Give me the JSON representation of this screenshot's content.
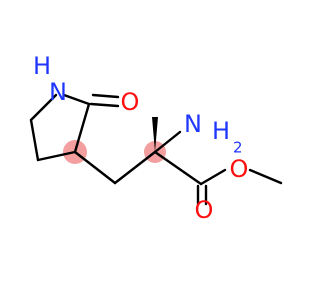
{
  "diagram": {
    "atom_labels": {
      "ring_n": "N",
      "ring_h": "H",
      "carbonyl_o": "O",
      "amino_n": "N",
      "amino_h": "H",
      "amino_sub": "2",
      "ester_o_top": "O",
      "ester_o_bottom": "O"
    },
    "colors": {
      "nitrogen": "#1f36ff",
      "oxygen": "#ff1010",
      "bond": "#000000",
      "highlight": "#f29a9a"
    }
  }
}
